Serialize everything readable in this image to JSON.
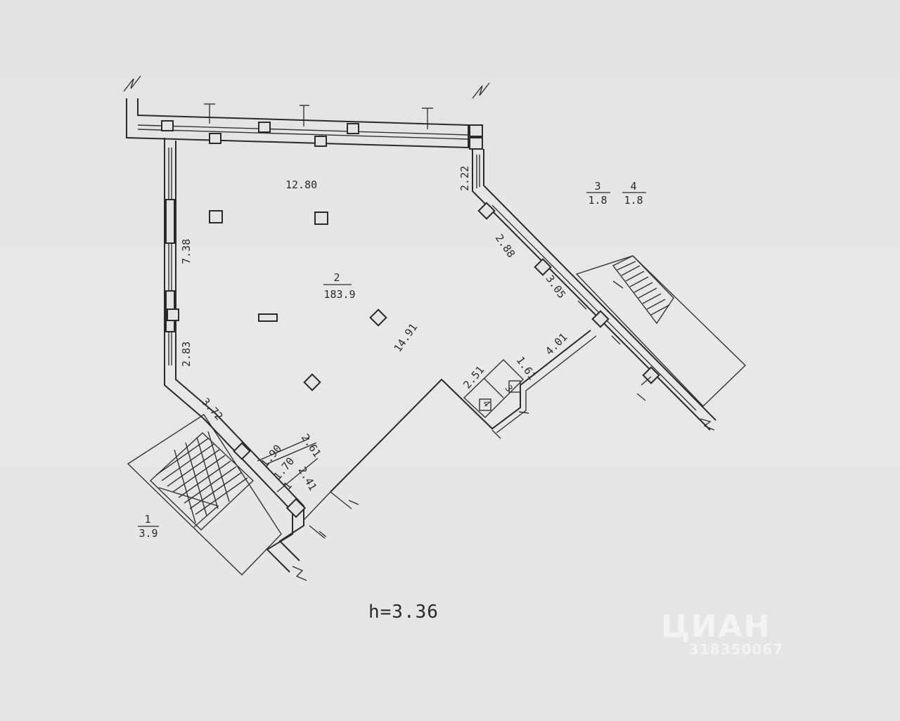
{
  "plan": {
    "height_label": "h=3.36",
    "dimensions": {
      "top_wall": "12.80",
      "left_upper": "7.38",
      "left_lower": "2.83",
      "diag_lower_left": "3.72",
      "right_top": "2.22",
      "right_diag_1": "2.88",
      "right_diag_2": "3.05",
      "center_diag": "14.91",
      "lower_right_wall": "4.01",
      "wc_a": "2.51",
      "wc_b": "1.61",
      "vest_a": "1.90",
      "vest_b": "2.61",
      "vest_c": "1.70",
      "vest_d": "2.41"
    },
    "rooms": {
      "main_number": "2",
      "main_area": "183.9",
      "stair_left_number": "1",
      "stair_left_area": "3.9",
      "vestibule_number": "1",
      "room3_number": "3",
      "room3_area": "1.8",
      "room4_number": "4",
      "room4_area": "1.8",
      "wc_3": "3",
      "wc_4": "4"
    }
  },
  "watermark": {
    "brand": "ЦИАН",
    "id": "318350067"
  }
}
